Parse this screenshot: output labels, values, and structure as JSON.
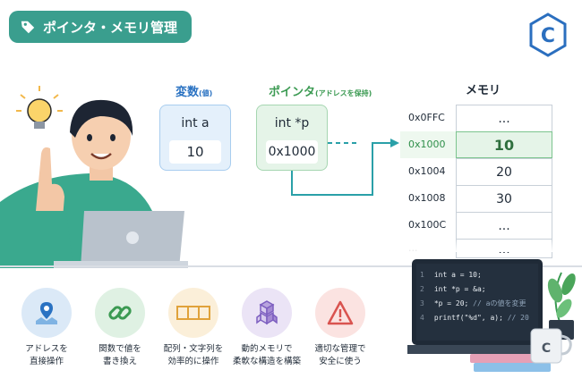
{
  "header": {
    "title": "ポインタ・メモリ管理",
    "logo_letter": "C"
  },
  "variable": {
    "label": "変数",
    "label_note": "(値)",
    "name": "int a",
    "value": "10"
  },
  "pointer": {
    "label": "ポインタ",
    "label_note": "(アドレスを保持)",
    "name": "int *p",
    "value": "0x1000"
  },
  "memory": {
    "label": "メモリ",
    "rows": [
      {
        "addr": "0x0FFC",
        "value": "..."
      },
      {
        "addr": "0x1000",
        "value": "10"
      },
      {
        "addr": "0x1004",
        "value": "20"
      },
      {
        "addr": "0x1008",
        "value": "30"
      },
      {
        "addr": "0x100C",
        "value": "..."
      },
      {
        "addr": "...",
        "value": "..."
      }
    ]
  },
  "features": [
    {
      "icon": "map-pin-icon",
      "line1": "アドレスを",
      "line2": "直接操作",
      "bg": "#dbe9f7"
    },
    {
      "icon": "link-icon",
      "line1": "関数で値を",
      "line2": "書き換え",
      "bg": "#dff1e3"
    },
    {
      "icon": "array-icon",
      "line1": "配列・文字列を",
      "line2": "効率的に操作",
      "bg": "#fbefd9"
    },
    {
      "icon": "cubes-icon",
      "line1": "動的メモリで",
      "line2": "柔軟な構造を構築",
      "bg": "#ebe4f6"
    },
    {
      "icon": "warning-icon",
      "line1": "適切な管理で",
      "line2": "安全に使う",
      "bg": "#fbe3e1"
    }
  ],
  "code": {
    "lines": [
      {
        "n": "1",
        "text": "int a = 10;",
        "comment": ""
      },
      {
        "n": "2",
        "text": "int *p = &a;",
        "comment": ""
      },
      {
        "n": "3",
        "text": "*p = 20;",
        "comment": " // aの値を変更"
      },
      {
        "n": "4",
        "text": "printf(\"%d\", a);",
        "comment": " // 20"
      }
    ]
  },
  "colors": {
    "accent": "#3a9e8e",
    "variable": "#2a72c2",
    "pointer": "#3b9a52"
  }
}
